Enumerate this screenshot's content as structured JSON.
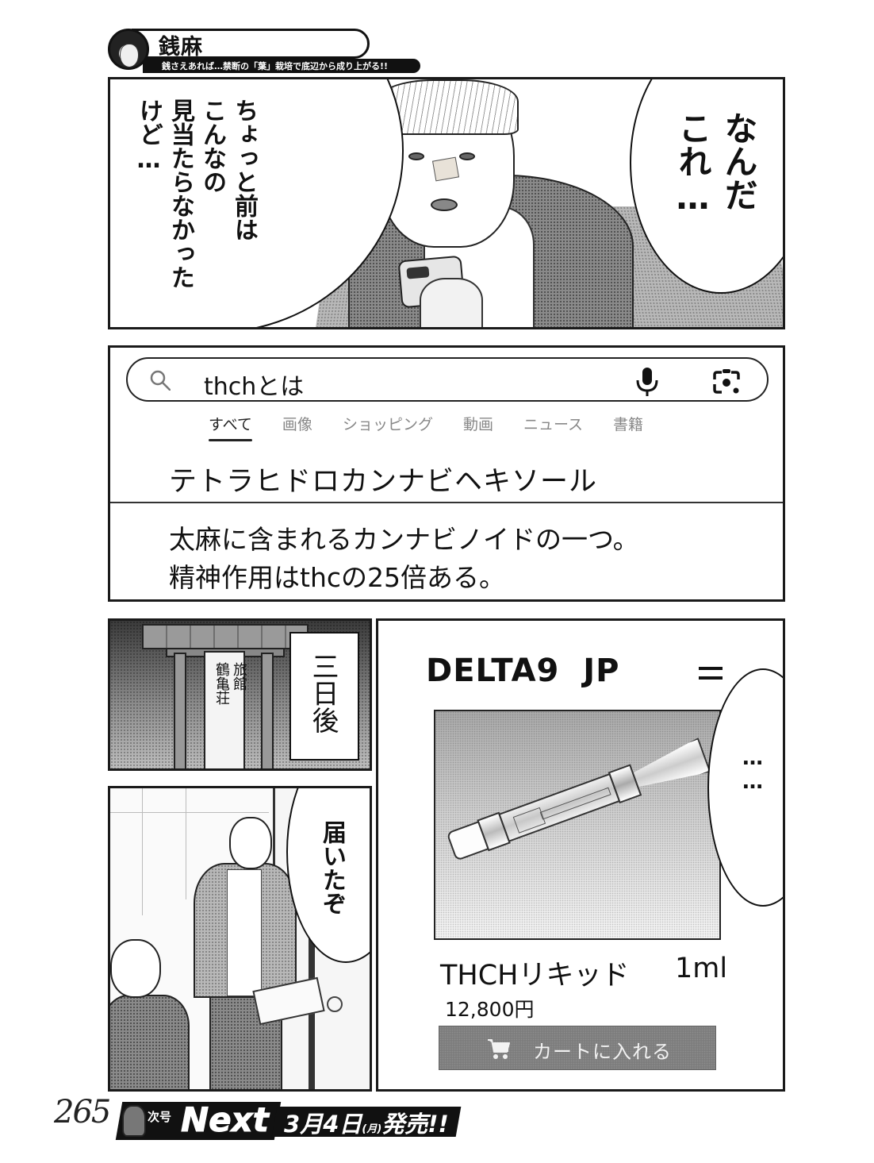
{
  "header": {
    "title": "銭麻",
    "subtitle": "銭さえあれば…禁断の「葉」栽培で底辺から成り上がる!!"
  },
  "panel1": {
    "speech_left": "ちょっと前は\nこんなの\n見当たらなかった\nけど…",
    "speech_left_lines": [
      "ちょっと前は",
      "こんなの",
      "見当たらなかった",
      "けど…"
    ],
    "speech_right": "なんだ\nこれ…"
  },
  "search": {
    "query": "thchとは",
    "icons": {
      "search": "search-icon",
      "voice": "mic-icon",
      "lens": "camera-lens-icon"
    },
    "tabs": [
      {
        "label": "すべて",
        "active": true
      },
      {
        "label": "画像",
        "active": false
      },
      {
        "label": "ショッピング",
        "active": false
      },
      {
        "label": "動画",
        "active": false
      },
      {
        "label": "ニュース",
        "active": false
      },
      {
        "label": "書籍",
        "active": false
      }
    ],
    "result_title": "テトラヒドロカンナビヘキソール",
    "result_description_line1": "太麻に含まれるカンナビノイドの一つ。",
    "result_description_line2": "精神作用はthcの25倍ある。"
  },
  "panel3": {
    "sign_text": "旅館\n鶴亀荘",
    "caption": "三日後"
  },
  "panel4": {
    "speech": "届いたぞ"
  },
  "shop": {
    "name": "DELTA9  JP",
    "menu_icon": "hamburger-menu-icon",
    "speech": "……",
    "product_name": "THCHリキッド",
    "product_volume": "1ml",
    "price": "12,800円",
    "cart_button_label": "カートに入れる",
    "cart_button_color": "#7d7d7d"
  },
  "footer": {
    "page_number": "265",
    "next_label_small": "次号",
    "next_label_big": "Next",
    "release_month": "3月",
    "release_day": "4日",
    "release_weekday": "(月)",
    "release_text": "発売!!"
  }
}
